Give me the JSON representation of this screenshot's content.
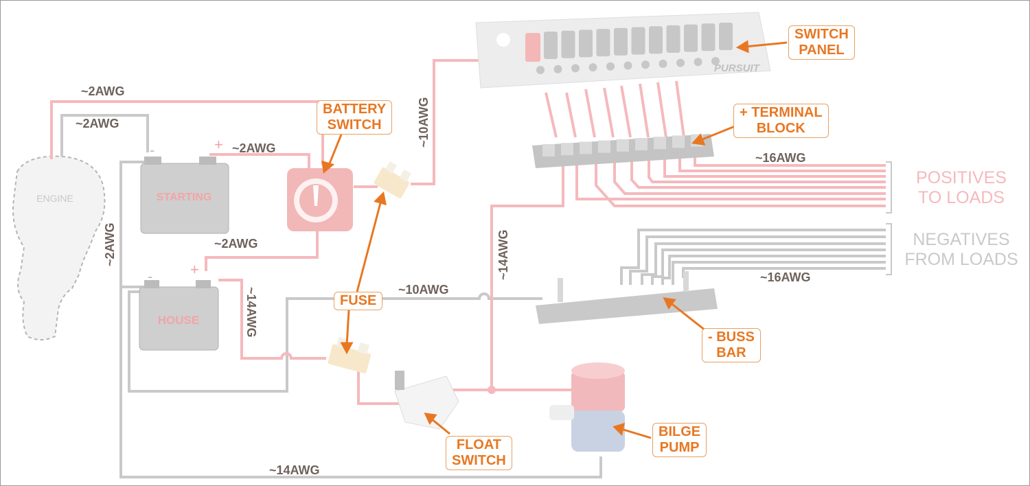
{
  "colors": {
    "positive_wire": "#f5b9bd",
    "negative_wire": "#c9c9c9",
    "callout": "#e87722",
    "wire_label": "#6e625c",
    "positives_text": "#f5b9bd",
    "negatives_text": "#c9c9c9"
  },
  "engine": {
    "label": "ENGINE"
  },
  "batteries": {
    "starting": "STARTING",
    "house": "HOUSE",
    "plus": "+",
    "minus": "-"
  },
  "switch_panel_brand": "PURSUIT",
  "wire_labels": {
    "engine_pos": "~2AWG",
    "engine_neg": "~2AWG",
    "starting_pos": "~2AWG",
    "house_feed": "~2AWG",
    "left_neg": "~2AWG",
    "panel_feed": "~10AWG",
    "house_fuse": "~14AWG",
    "main_neg": "~10AWG",
    "pump_feed": "~14AWG",
    "positives": "~16AWG",
    "negatives": "~16AWG",
    "bottom_neg": "~14AWG"
  },
  "callouts": {
    "battery_switch": [
      "BATTERY",
      "SWITCH"
    ],
    "switch_panel": [
      "SWITCH",
      "PANEL"
    ],
    "terminal_block": [
      "+ TERMINAL",
      "BLOCK"
    ],
    "fuse": [
      "FUSE"
    ],
    "buss_bar": [
      "- BUSS",
      "BAR"
    ],
    "float_switch": [
      "FLOAT",
      "SWITCH"
    ],
    "bilge_pump": [
      "BILGE",
      "PUMP"
    ]
  },
  "groups": {
    "positives": [
      "POSITIVES",
      "TO LOADS"
    ],
    "negatives": [
      "NEGATIVES",
      "FROM LOADS"
    ]
  }
}
